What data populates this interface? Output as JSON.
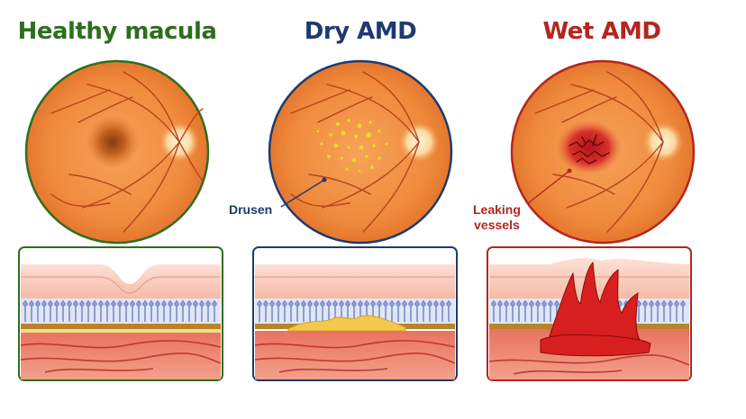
{
  "panels": {
    "healthy": {
      "title": "Healthy macula",
      "color": "#2e6e1f"
    },
    "dry": {
      "title": "Dry AMD",
      "color": "#1f3a6e",
      "callout": "Drusen"
    },
    "wet": {
      "title": "Wet AMD",
      "color": "#b3261e",
      "callout": [
        "Leaking",
        "vessels"
      ]
    }
  }
}
